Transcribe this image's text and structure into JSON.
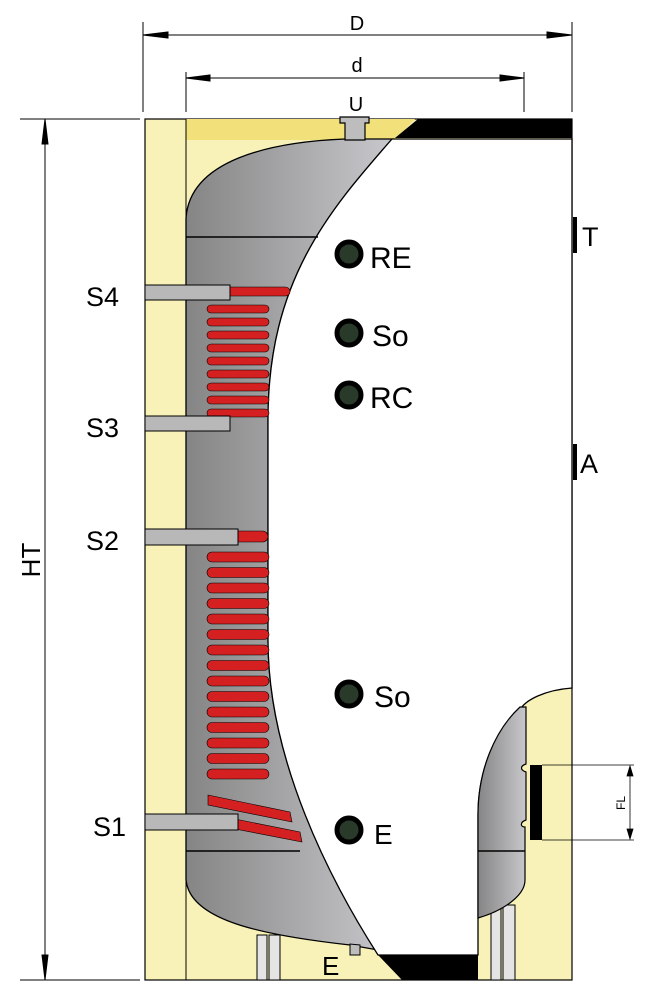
{
  "dimensions": {
    "outer_diameter": "D",
    "inner_diameter": "d",
    "height": "HT",
    "flange": "FL"
  },
  "connections": {
    "top_outlet": "U",
    "bottom_inlet": "E",
    "coil_ports": [
      "S4",
      "S3",
      "S2",
      "S1"
    ],
    "side_ports": [
      "T",
      "A"
    ],
    "sensor_ports": [
      "RE",
      "So",
      "RC",
      "So",
      "E"
    ]
  },
  "colors": {
    "insulation": "#f8f2b8",
    "insulation_top": "#f2e07a",
    "tank_dark": "#8a8a8a",
    "tank_light": "#c4c4c8",
    "coil": "#d42020",
    "sensor": "#1a1a1a"
  }
}
